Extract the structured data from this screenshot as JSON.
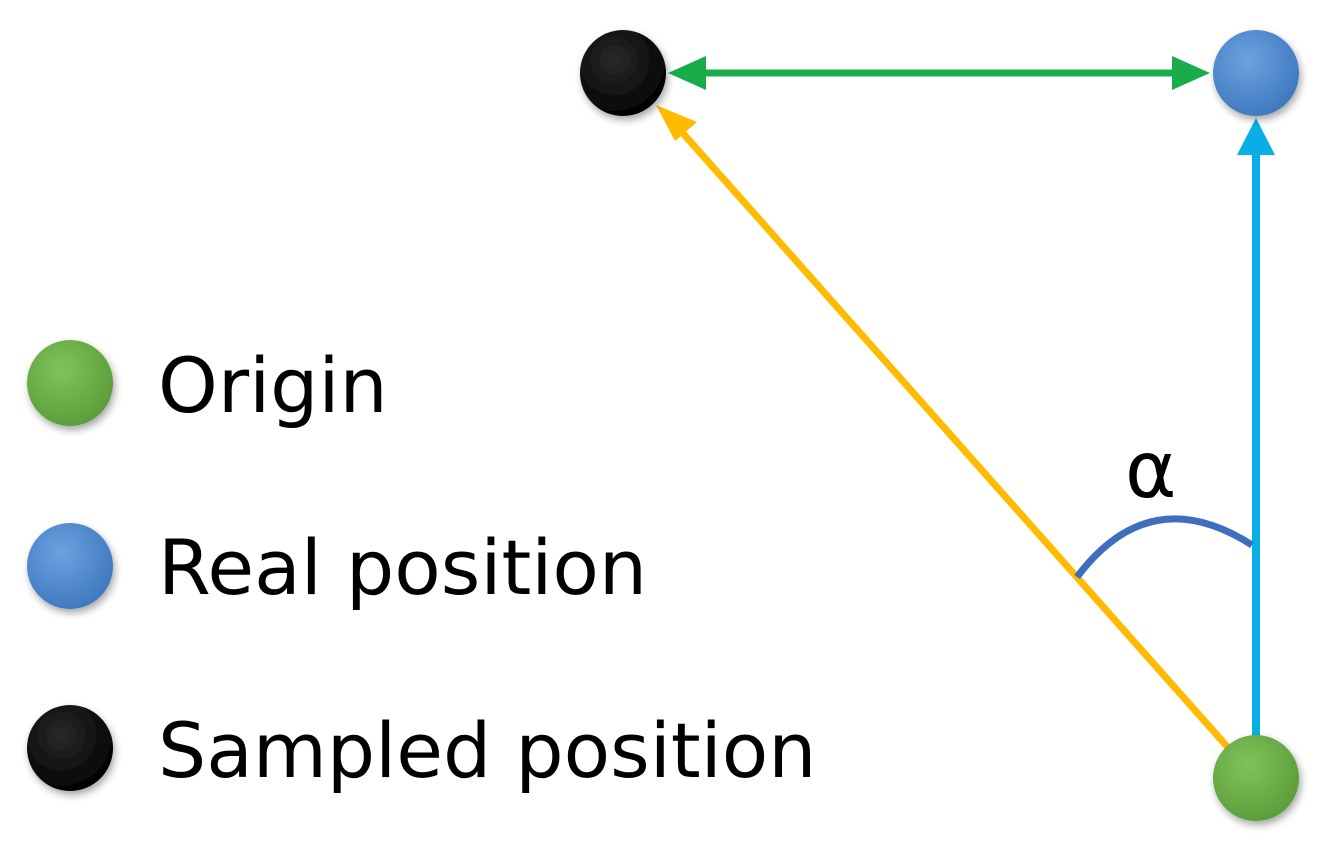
{
  "legend": {
    "items": [
      {
        "label": "Origin",
        "color": "#6aae45"
      },
      {
        "label": "Real position",
        "color": "#4a86cc"
      },
      {
        "label": "Sampled position",
        "color": "#0a0a0a"
      }
    ]
  },
  "diagram": {
    "angle_symbol": "α",
    "colors": {
      "green_arrow": "#1aab4a",
      "yellow_arrow": "#ffbb00",
      "cyan_arrow": "#0aaee6",
      "angle_arc": "#3f6ebf",
      "origin": "#6aae45",
      "real": "#4a86cc",
      "sampled": "#0a0a0a"
    }
  }
}
